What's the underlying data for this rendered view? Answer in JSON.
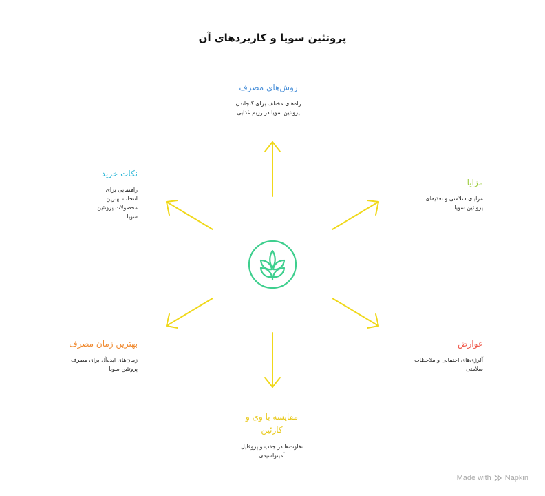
{
  "title": "پروتئین سویا و کاربردهای آن",
  "colors": {
    "arrow": "#f0d81a",
    "center_icon": "#3ecf8e",
    "usage": "#4a90d9",
    "tips": "#29b6d6",
    "benefits": "#9ccc3c",
    "side_effects": "#ef5a4c",
    "best_time": "#f08a30",
    "comparison": "#e8c81a"
  },
  "center_icon": "sprout-icon",
  "nodes": {
    "usage": {
      "heading": "روش‌های مصرف",
      "lines": [
        "راه‌های مختلف برای گنجاندن",
        "پروتئین سویا در رژیم غذایی"
      ]
    },
    "tips": {
      "heading": "نکات خرید",
      "lines": [
        "راهنمایی برای",
        "انتخاب بهترین",
        "محصولات پروتئین",
        "سویا"
      ]
    },
    "benefits": {
      "heading": "مزایا",
      "lines": [
        "مزایای سلامتی و تغذیه‌ای",
        "پروتئین سویا"
      ]
    },
    "side_effects": {
      "heading": "عوارض",
      "lines": [
        "آلرژی‌های احتمالی و ملاحظات",
        "سلامتی"
      ]
    },
    "best_time": {
      "heading": "بهترین زمان مصرف",
      "lines": [
        "زمان‌های ایده‌آل برای مصرف",
        "پروتئین سویا"
      ]
    },
    "comparison": {
      "heading_lines": [
        "مقایسه با وی و",
        "کازئین"
      ],
      "lines": [
        "تفاوت‌ها در جذب و پروفایل",
        "آمینواسیدی"
      ]
    }
  },
  "watermark": {
    "text": "Made with",
    "brand": "Napkin"
  }
}
